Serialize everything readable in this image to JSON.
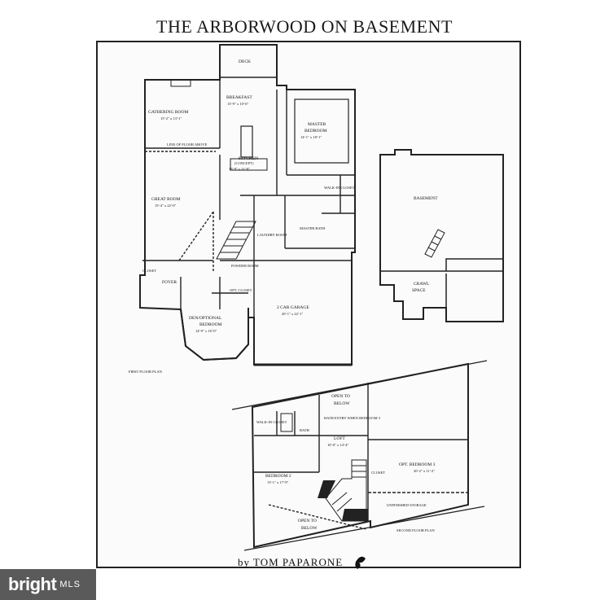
{
  "title": "THE ARBORWOOD ON BASEMENT",
  "credit": "by TOM PAPARONE",
  "badge": {
    "brand": "bright",
    "suffix": "MLS"
  },
  "first_floor": {
    "caption": "FIRST FLOOR PLAN",
    "deck": "DECK",
    "breakfast": {
      "name": "BREAKFAST",
      "dims": "13'-9\" x 10'-6\""
    },
    "gathering": {
      "name": "GATHERING ROOM",
      "dims": "15'-2\" x 13'-1\""
    },
    "kitchen": {
      "name": "KITCHEN",
      "note": "(CONCEPT)",
      "dims": "13'-9\" x 11'-0\""
    },
    "master": {
      "name": "MASTER",
      "name2": "BEDROOM",
      "dims": "14'-1\" x 18'-1\""
    },
    "great_room": {
      "name": "GREAT ROOM",
      "dims": "15'-4\" x 22'-0\""
    },
    "line_above": "LINE OF FLOOR ABOVE",
    "walkin": "WALK-IN CLOSET",
    "master_bath": "MASTER BATH",
    "laundry": "LAUNDRY ROOM",
    "powder": "POWDER ROOM",
    "foyer": "FOYER",
    "closet": "CLOSET",
    "opt_closet": "OPT. CLOSET",
    "den": {
      "name": "DEN/OPTIONAL",
      "name2": "BEDROOM",
      "dims": "14'-9\" x 16'-0\""
    },
    "garage": {
      "name": "2 CAR GARAGE",
      "dims": "20'-1\" x 22'-1\""
    }
  },
  "basement": {
    "name": "BASEMENT",
    "crawl": "CRAWL",
    "crawl2": "SPACE"
  },
  "second_floor": {
    "caption": "SECOND FLOOR PLAN",
    "open_top": "OPEN TO",
    "open_top2": "BELOW",
    "walkin": "WALK-IN CLOSET",
    "bath": "BATH",
    "bath_entry": "BATH ENTRY WHEN BEDROOM 3",
    "loft": {
      "name": "LOFT",
      "dims": "10'-0\" x 14'-4\""
    },
    "closet": "CLOSET",
    "bedroom2": {
      "name": "BEDROOM 2",
      "dims": "13'-1\" x 17'-9\""
    },
    "bedroom3": {
      "name": "OPT. BEDROOM 3",
      "dims": "20'-2\" x 11'-2\""
    },
    "storage": "UNFINISHED STORAGE",
    "open_bottom": "OPEN TO",
    "open_bottom2": "BELOW"
  }
}
